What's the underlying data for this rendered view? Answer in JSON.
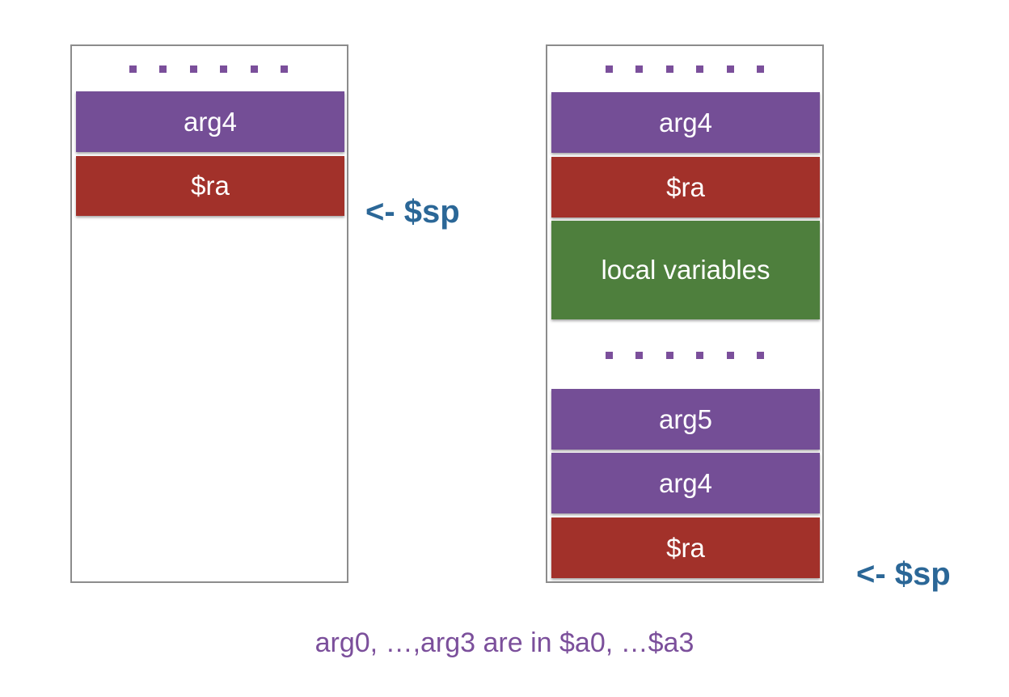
{
  "left_stack": {
    "slots": [
      {
        "label": "arg4",
        "kind": "argument",
        "color": "#744e96"
      },
      {
        "label": "$ra",
        "kind": "return-address",
        "color": "#a2312a"
      }
    ],
    "pointer": "<- $sp"
  },
  "right_stack": {
    "slots": [
      {
        "label": "arg4",
        "kind": "argument",
        "color": "#744e96"
      },
      {
        "label": "$ra",
        "kind": "return-address",
        "color": "#a2312a"
      },
      {
        "label": "local variables",
        "kind": "locals",
        "color": "#4e7f3d"
      },
      {
        "label": "arg5",
        "kind": "argument",
        "color": "#744e96"
      },
      {
        "label": "arg4",
        "kind": "argument",
        "color": "#744e96"
      },
      {
        "label": "$ra",
        "kind": "return-address",
        "color": "#a2312a"
      }
    ],
    "pointer": "<- $sp"
  },
  "footnote": "arg0, …,arg3 are in $a0, …$a3",
  "colors": {
    "border": "#8c8c8c",
    "ellipsis": "#7b4f9b",
    "pointer": "#2b6797",
    "footnote": "#7b4f9b"
  }
}
